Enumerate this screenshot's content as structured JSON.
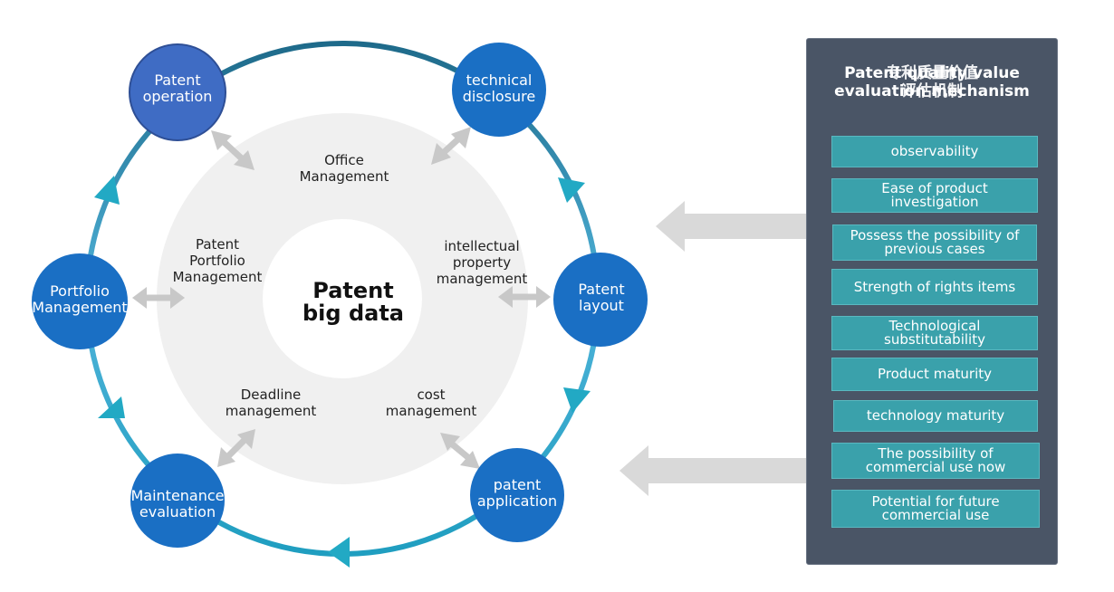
{
  "diagram": {
    "center": "Patent\nbig data",
    "nodes": {
      "patent_operation": "Patent\noperation",
      "technical_disclosure": "technical\ndisclosure",
      "patent_layout": "Patent\nlayout",
      "patent_application": "patent\napplication",
      "maintenance_evaluation": "Maintenance\nevaluation",
      "portfolio_management": "Portfolio\nManagement"
    },
    "inner": {
      "office_management": "Office\nManagement",
      "intellectual_property_management": "intellectual\nproperty\nmanagement",
      "cost_management": "cost\nmanagement",
      "deadline_management": "Deadline\nmanagement",
      "patent_portfolio_management": "Patent\nPortfolio\nManagement"
    },
    "colors": {
      "node_blue": "#1a6fc4",
      "node_operation": "#3f6cc4",
      "ring_teal": "#2aa6c2",
      "ring_dark": "#1e6a8a",
      "inner_disc": "#f0f0f0",
      "connector_gray": "#c8c8c8"
    }
  },
  "panel": {
    "title_en": "Patent quality value\nevaluation mechanism",
    "title_cn": "专利质量价值\n评估机制",
    "criteria": [
      "observability",
      "Ease of product investigation",
      "Possess the possibility of\nprevious cases",
      "Strength of rights items",
      "Technological\nsubstitutability",
      "Product maturity",
      "technology maturity",
      "The possibility of\ncommercial use now",
      "Potential for future\ncommercial use"
    ],
    "colors": {
      "panel_bg": "#4a5566",
      "criterion_bg": "#3aa1ab"
    }
  }
}
